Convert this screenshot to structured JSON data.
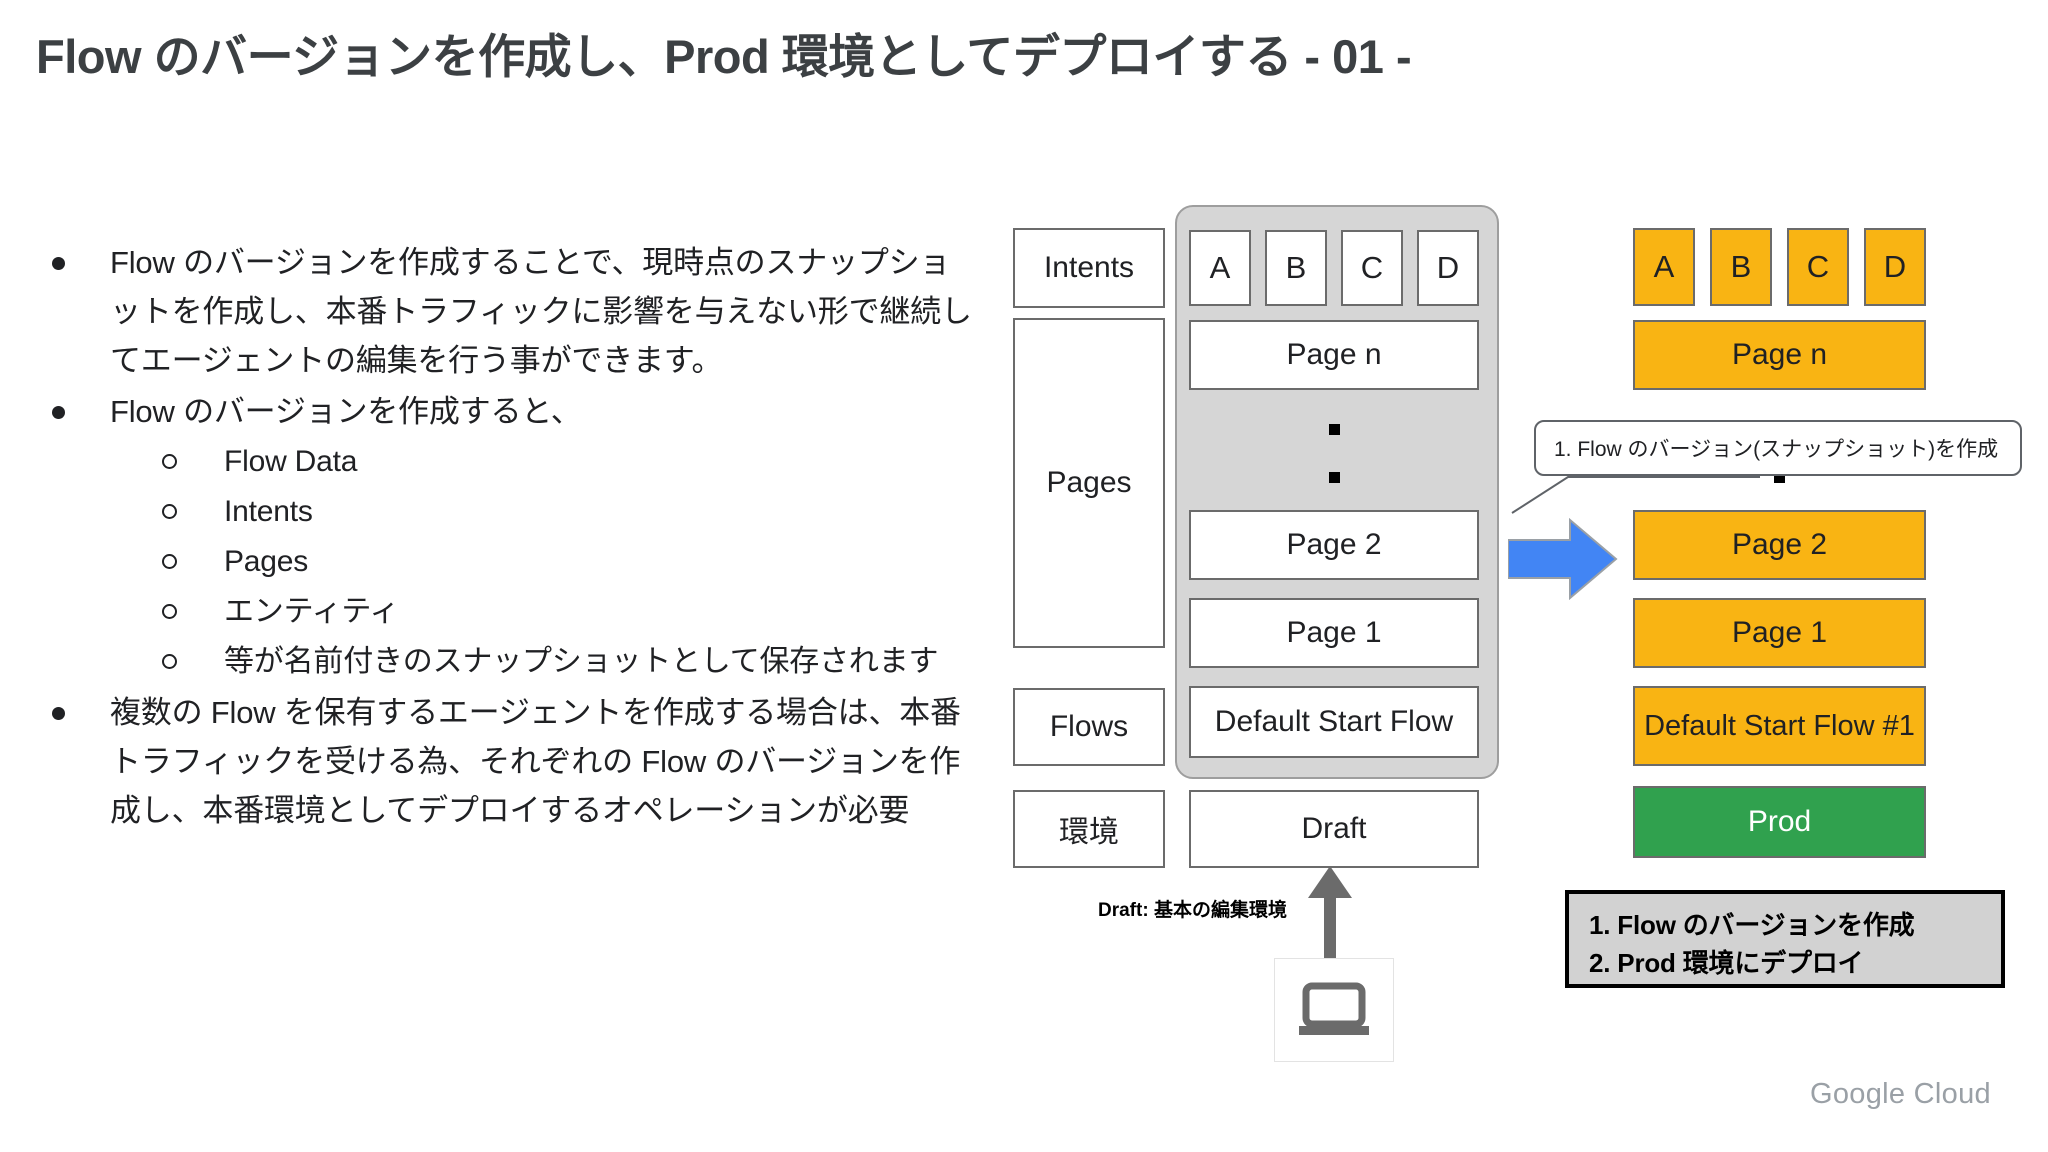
{
  "title": "Flow のバージョンを作成し、Prod 環境としてデプロイする - 01 -",
  "bullets": [
    {
      "level": 1,
      "marker": "filled-disc",
      "text": "Flow のバージョンを作成することで、現時点のスナップショットを作成し、本番トラフィックに影響を与えない形で継続してエージェントの編集を行う事ができます。"
    },
    {
      "level": 1,
      "marker": "filled-disc",
      "text": "Flow のバージョンを作成すると、"
    },
    {
      "level": 2,
      "marker": "hollow-circle",
      "text": "Flow Data"
    },
    {
      "level": 2,
      "marker": "hollow-circle",
      "text": "Intents"
    },
    {
      "level": 2,
      "marker": "hollow-circle",
      "text": "Pages"
    },
    {
      "level": 2,
      "marker": "hollow-circle",
      "text": "エンティティ"
    },
    {
      "level": 2,
      "marker": "hollow-circle",
      "text": "等が名前付きのスナップショットとして保存されます"
    },
    {
      "level": 1,
      "marker": "filled-disc",
      "text": "複数の Flow を保有するエージェントを作成する場合は、本番トラフィックを受ける為、それぞれの Flow のバージョンを作成し、本番環境としてデプロイするオペレーションが必要"
    }
  ],
  "diagram": {
    "row_labels": [
      "Intents",
      "Pages",
      "Flows",
      "環境"
    ],
    "draft_column": {
      "intent_chips": [
        "A",
        "B",
        "C",
        "D"
      ],
      "pages": [
        "Page n",
        "Page 2",
        "Page 1"
      ],
      "flow": "Default Start Flow",
      "environment": "Draft",
      "ellipsis_dots": 2
    },
    "prod_column": {
      "intent_chips": [
        "A",
        "B",
        "C",
        "D"
      ],
      "pages": [
        "Page n",
        "Page 2",
        "Page 1"
      ],
      "flow": "Default Start Flow #1",
      "environment": "Prod",
      "ellipsis_dots": 1
    },
    "callout": "1. Flow のバージョン(スナップショット)を作成",
    "draft_note": "Draft: 基本の編集環境",
    "steps": [
      "1. Flow のバージョンを作成",
      "2. Prod 環境にデプロイ"
    ],
    "arrow_icon": "right-arrow-icon",
    "device_icon": "laptop-icon"
  },
  "footer": {
    "logo_text": "Google Cloud"
  },
  "colors": {
    "orange": "#f9b413",
    "green": "#30a14e",
    "blue_arrow": "#4285f4",
    "panel_gray": "#d6d6d6",
    "steps_gray": "#d2d2d2",
    "border_gray": "#6b6b6b"
  }
}
